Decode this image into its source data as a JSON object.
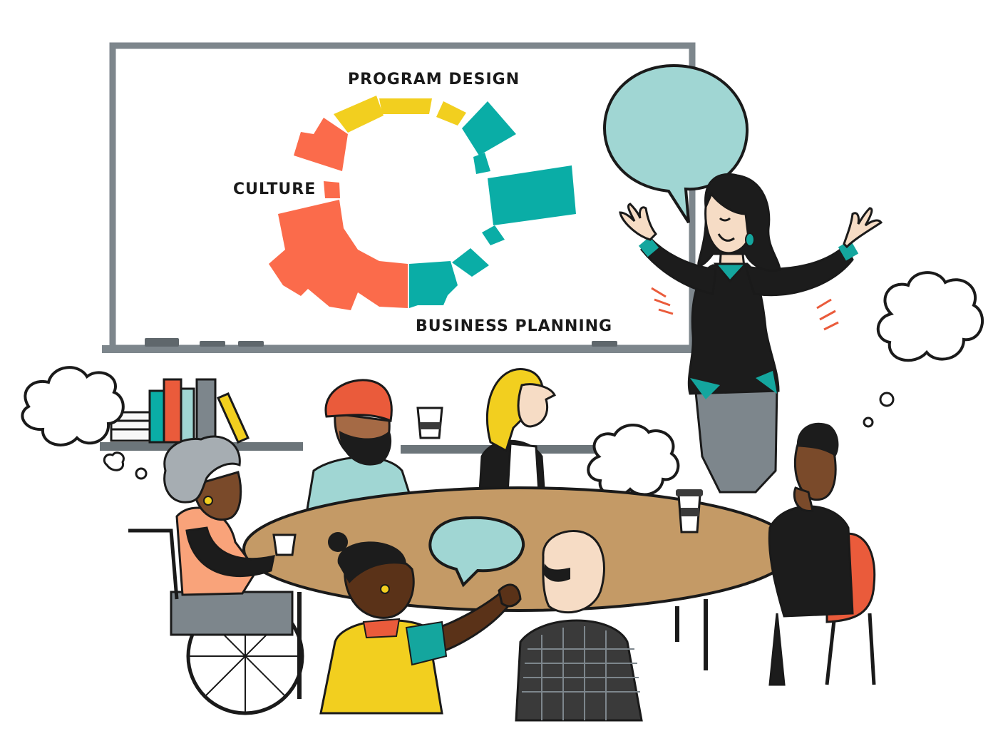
{
  "whiteboard": {
    "labels": {
      "program_design": "PROGRAM DESIGN",
      "culture": "CULTURE",
      "business_planning": "BUSINESS PLANNING"
    },
    "segment_colors": {
      "program_design": "#f2cf1f",
      "culture": "#fb6b4b",
      "business_planning": "#0aada6"
    }
  },
  "palette": {
    "outline": "#1a1a1a",
    "board_frame": "#7d868c",
    "speech_bubble": "#a0d6d3",
    "table": "#c49a66",
    "skin_dark": "#5a3218",
    "skin_medium": "#a56a45",
    "skin_light": "#f6dcc5",
    "teal_accent": "#14a69e",
    "orange_chair": "#ea5b3b"
  }
}
